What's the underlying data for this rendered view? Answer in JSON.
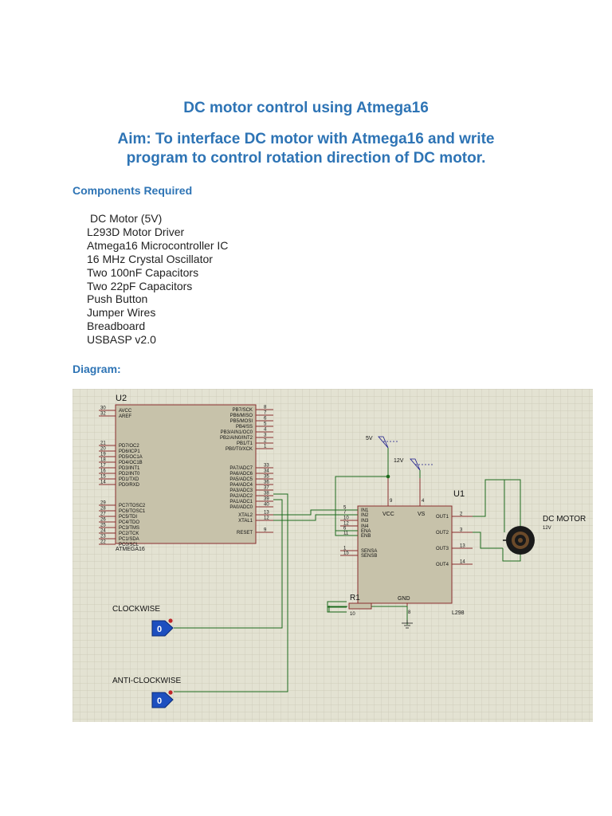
{
  "title": "DC motor control using Atmega16",
  "aim_line1": "Aim: To interface DC motor with Atmega16 and write",
  "aim_line2": "program to control rotation direction of DC motor.",
  "components_heading": "Components Required",
  "components": [
    "DC Motor (5V)",
    "L293D Motor Driver",
    "Atmega16 Microcontroller IC",
    "16 MHz Crystal Oscillator",
    "Two 100nF Capacitors",
    "Two 22pF Capacitors",
    "Push Button",
    "Jumper Wires",
    "Breadboard",
    "USBASP v2.0"
  ],
  "diagram_heading": "Diagram:",
  "schematic": {
    "mcu": {
      "ref": "U2",
      "part": "ATMEGA16",
      "left_pins": [
        {
          "num": "30",
          "name": "AVCC"
        },
        {
          "num": "32",
          "name": "AREF"
        },
        {
          "num": "21",
          "name": "PD7/OC2"
        },
        {
          "num": "20",
          "name": "PD6/ICP1"
        },
        {
          "num": "19",
          "name": "PD5/OC1A"
        },
        {
          "num": "18",
          "name": "PD4/OC1B"
        },
        {
          "num": "17",
          "name": "PD3/INT1"
        },
        {
          "num": "16",
          "name": "PD2/INT0"
        },
        {
          "num": "15",
          "name": "PD1/TXD"
        },
        {
          "num": "14",
          "name": "PD0/RXD"
        },
        {
          "num": "29",
          "name": "PC7/TOSC2"
        },
        {
          "num": "28",
          "name": "PC6/TOSC1"
        },
        {
          "num": "27",
          "name": "PC5/TDI"
        },
        {
          "num": "26",
          "name": "PC4/TDO"
        },
        {
          "num": "25",
          "name": "PC3/TMS"
        },
        {
          "num": "24",
          "name": "PC2/TCK"
        },
        {
          "num": "23",
          "name": "PC1/SDA"
        },
        {
          "num": "22",
          "name": "PC0/SCL"
        }
      ],
      "right_pins": [
        {
          "num": "8",
          "name": "PB7/SCK"
        },
        {
          "num": "7",
          "name": "PB6/MISO"
        },
        {
          "num": "6",
          "name": "PB5/MOSI"
        },
        {
          "num": "5",
          "name": "PB4/SS"
        },
        {
          "num": "4",
          "name": "PB3/AIN1/OC0"
        },
        {
          "num": "3",
          "name": "PB2/AIN0/INT2"
        },
        {
          "num": "2",
          "name": "PB1/T1"
        },
        {
          "num": "1",
          "name": "PB0/T0/XCK"
        },
        {
          "num": "33",
          "name": "PA7/ADC7"
        },
        {
          "num": "34",
          "name": "PA6/ADC6"
        },
        {
          "num": "35",
          "name": "PA5/ADC5"
        },
        {
          "num": "36",
          "name": "PA4/ADC4"
        },
        {
          "num": "37",
          "name": "PA3/ADC3"
        },
        {
          "num": "38",
          "name": "PA2/ADC2"
        },
        {
          "num": "39",
          "name": "PA1/ADC1"
        },
        {
          "num": "40",
          "name": "PA0/ADC0"
        },
        {
          "num": "13",
          "name": "XTAL2"
        },
        {
          "num": "12",
          "name": "XTAL1"
        },
        {
          "num": "9",
          "name": "RESET"
        }
      ]
    },
    "driver": {
      "ref": "U1",
      "part": "L298",
      "left_pins": [
        {
          "num": "5",
          "name": "IN1"
        },
        {
          "num": "7",
          "name": "IN2"
        },
        {
          "num": "10",
          "name": "IN3"
        },
        {
          "num": "12",
          "name": "IN4"
        },
        {
          "num": "6",
          "name": "ENA"
        },
        {
          "num": "11",
          "name": "ENB"
        },
        {
          "num": "1",
          "name": "SENSA"
        },
        {
          "num": "15",
          "name": "SENSB"
        }
      ],
      "right_pins": [
        {
          "num": "2",
          "name": "OUT1"
        },
        {
          "num": "3",
          "name": "OUT2"
        },
        {
          "num": "13",
          "name": "OUT3"
        },
        {
          "num": "14",
          "name": "OUT4"
        }
      ],
      "top_labels": {
        "vcc": "VCC",
        "vs": "VS",
        "gnd": "GND"
      },
      "top_pins": {
        "vcc": "9",
        "vs": "4",
        "gnd": "8"
      }
    },
    "supply_5v": "5V",
    "supply_12v": "12V",
    "motor": {
      "label": "DC MOTOR",
      "value": "12V"
    },
    "resistor": {
      "ref": "R1",
      "value": "10"
    },
    "clockwise": {
      "label": "CLOCKWISE",
      "state": "0"
    },
    "anticlockwise": {
      "label": "ANTI-CLOCKWISE",
      "state": "0"
    }
  }
}
